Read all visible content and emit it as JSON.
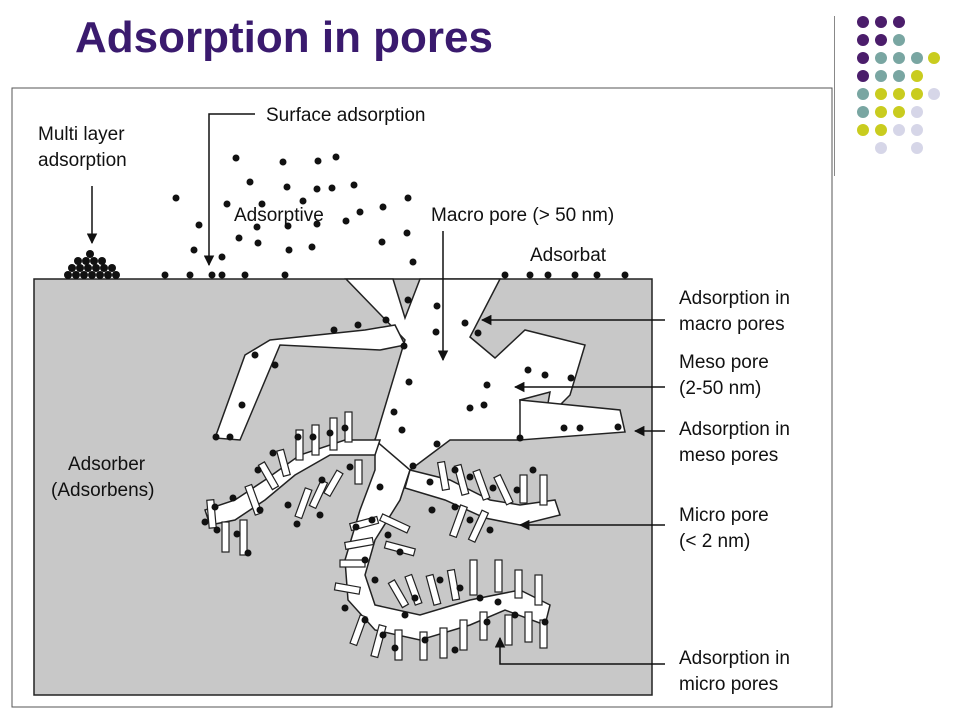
{
  "title": "Adsorption in pores",
  "colors": {
    "title": "#3a1a6e",
    "solid": "#c8c8c8",
    "particle": "#111111",
    "dot_purple": "#4b1d6b",
    "dot_teal": "#79a6a2",
    "dot_olive": "#c9cc1f",
    "dot_lavender": "#d6d6e8"
  },
  "decor_icon": "dot-grid-icon",
  "diagram": {
    "labels": {
      "multilayer_1": "Multi layer",
      "multilayer_2": "adsorption",
      "surface": "Surface adsorption",
      "adsorptive": "Adsorptive",
      "macro_pore": "Macro pore (> 50 nm)",
      "adsorbat": "Adsorbat",
      "ads_macro_1": "Adsorption in",
      "ads_macro_2": "macro pores",
      "meso_pore_1": "Meso pore",
      "meso_pore_2": "(2-50 nm)",
      "ads_meso_1": "Adsorption in",
      "ads_meso_2": "meso pores",
      "adsorber_1": "Adsorber",
      "adsorber_2": "(Adsorbens)",
      "micro_pore_1": "Micro pore",
      "micro_pore_2": "(< 2 nm)",
      "ads_micro_1": "Adsorption in",
      "ads_micro_2": "micro pores"
    }
  }
}
